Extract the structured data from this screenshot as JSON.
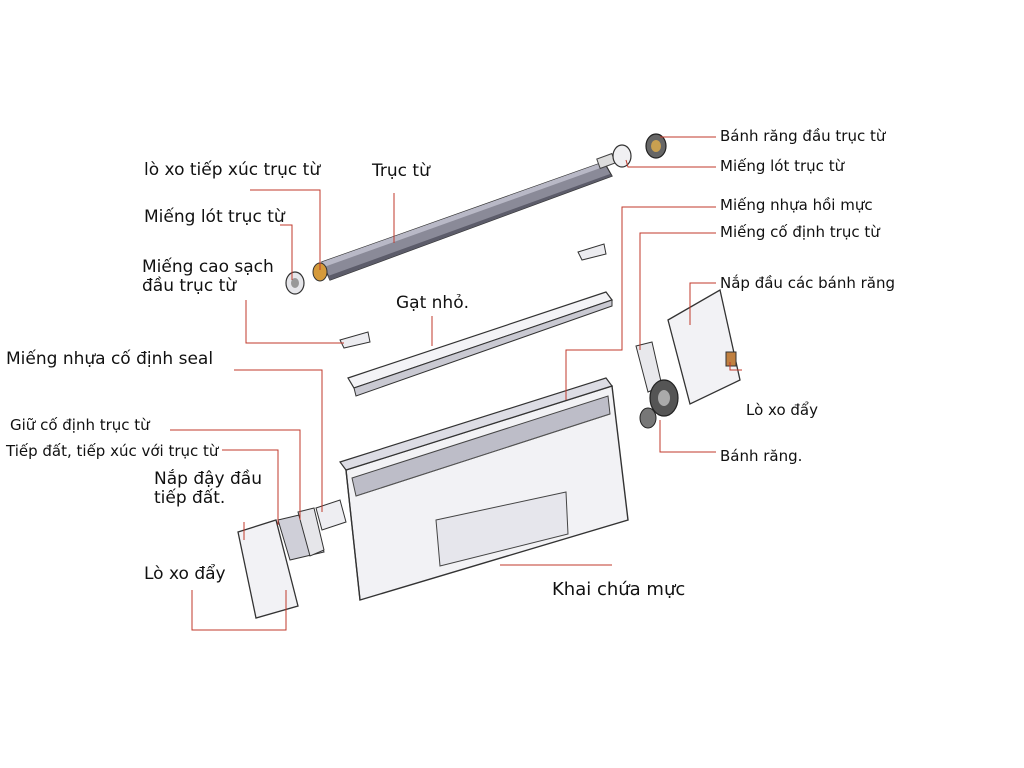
{
  "labels": {
    "banh_rang_dau_truc_tu": "Bánh  răng  đầu trục từ",
    "mieng_lot_truc_tu_right": "Miếng lót trục từ",
    "mieng_nhua_hoi_muc": "Miếng nhựa hồi mực",
    "mieng_co_dinh_truc_tu": "Miếng cố định trục từ",
    "nap_dau_cac_banh_rang": "Nắp đầu các bánh răng",
    "lo_xo_day_right": "Lò xo đẩy",
    "banh_rang": "Bánh răng.",
    "khai_chua_muc": "Khai chứa mực",
    "lo_xo_tiep_xuc_truc_tu": "lò xo tiếp xúc trục từ",
    "truc_tu": "Trục từ",
    "mieng_lot_truc_tu_left": "Miếng lót trục từ",
    "mieng_cao_sach_dau_truc_tu": "Miếng cao sạch\nđầu trục từ",
    "gat_nho": "Gạt nhỏ.",
    "mieng_nhua_co_dinh_seal": "Miếng nhựa cố định seal",
    "giu_co_dinh_truc_tu": "Giữ cố định trục từ",
    "tiep_dat_tiep_xuc_voi_truc_tu": "Tiếp đất, tiếp xúc với trục từ",
    "nap_day_dau_tiep_dat": "Nắp đậy đầu\ntiếp đất.",
    "lo_xo_day_left": "Lò xo đẩy"
  },
  "colors": {
    "leader_line": "#c0392b",
    "part_outline": "#2e2e2e",
    "part_fill": "#eeeef2",
    "roller": "#7f7f8f"
  }
}
